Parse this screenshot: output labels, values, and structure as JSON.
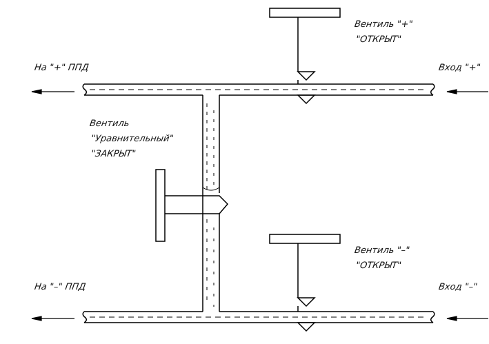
{
  "labels": {
    "valve_plus_name": "Вентиль \"+\"",
    "valve_plus_state": "\"ОТКРЫТ\"",
    "to_plus_ppd": "На \"+\" ППД",
    "input_plus": "Вход \"+\"",
    "valve_eq_name": "Вентиль",
    "valve_eq_desc": "\"Уравнительный\"",
    "valve_eq_state": "\"ЗАКРЫТ\"",
    "valve_minus_name": "Вентиль \"–\"",
    "valve_minus_state": "\"ОТКРЫТ\"",
    "to_minus_ppd": "На \"–\" ППД",
    "input_minus": "Вход \"–\""
  },
  "colors": {
    "line": "#000000",
    "background": "#ffffff"
  }
}
